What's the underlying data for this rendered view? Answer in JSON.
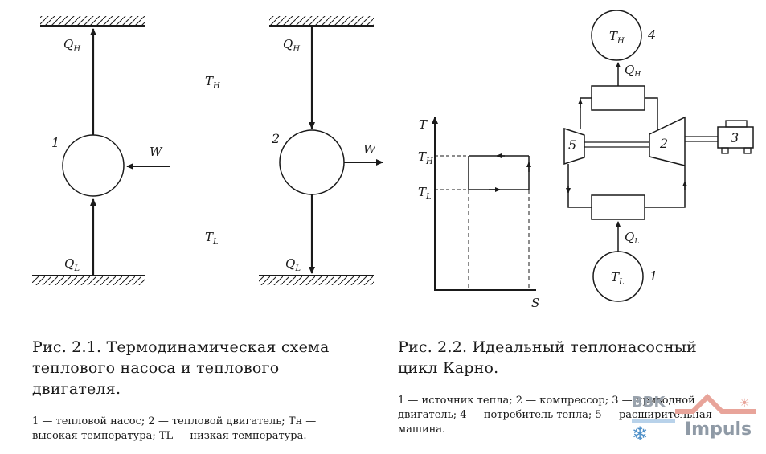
{
  "fig1": {
    "q_top": "Q",
    "q_top_sub": "H",
    "q_bottom": "Q",
    "q_bottom_sub": "L",
    "w_left": "W",
    "w_right": "W",
    "t_high": "T",
    "t_high_sub": "H",
    "t_low": "T",
    "t_low_sub": "L",
    "label_pump": "1",
    "label_engine": "2",
    "caption_title": "Рис. 2.1. Термодинамическая схема теплового насоса и теплового двигателя.",
    "caption_legend": "1 — тепловой насос; 2 — тепловой двигатель; Tн — высокая температура; TL — низкая температура."
  },
  "fig2": {
    "axis_t": "T",
    "axis_s": "S",
    "th": "T",
    "th_sub": "H",
    "tl": "T",
    "tl_sub": "L",
    "th_circle": "T",
    "th_circle_sub": "H",
    "tl_circle": "T",
    "tl_circle_sub": "L",
    "qh": "Q",
    "qh_sub": "H",
    "ql": "Q",
    "ql_sub": "L",
    "label_1": "1",
    "label_2": "2",
    "label_3": "3",
    "label_4": "4",
    "label_5": "5",
    "caption_title": "Рис. 2.2. Идеальный теплонасосный цикл Карно.",
    "caption_legend": "1 — источник тепла; 2 — компрессор; 3 — приводной двигатель; 4 — потребитель тепла; 5 — расширительная машина."
  },
  "watermark": {
    "brand": "BBK",
    "name": "Impuls"
  }
}
